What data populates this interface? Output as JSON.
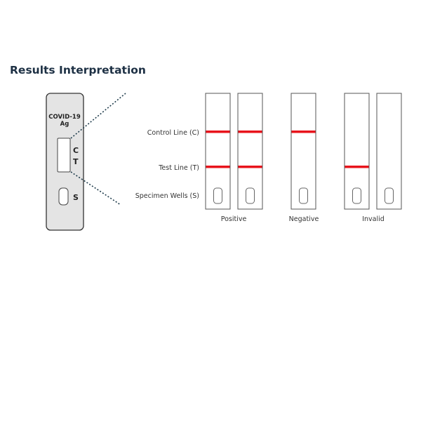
{
  "title": "Results Interpretation",
  "device": {
    "name_line1": "COVID-19",
    "name_line2": "Ag",
    "label_c": "C",
    "label_t": "T",
    "label_s": "S"
  },
  "row_labels": {
    "control": "Control Line (C)",
    "test": "Test Line (T)",
    "wells": "Specimen Wells (S)"
  },
  "groups": [
    {
      "label": "Positive",
      "strips": [
        {
          "control": true,
          "test": true
        },
        {
          "control": true,
          "test": true
        }
      ]
    },
    {
      "label": "Negative",
      "strips": [
        {
          "control": true,
          "test": false
        }
      ]
    },
    {
      "label": "Invalid",
      "strips": [
        {
          "control": false,
          "test": true
        },
        {
          "control": false,
          "test": false
        }
      ]
    }
  ],
  "colors": {
    "line": "#e8141c",
    "title": "#1d3044",
    "text": "#333333",
    "outline": "#555555"
  }
}
